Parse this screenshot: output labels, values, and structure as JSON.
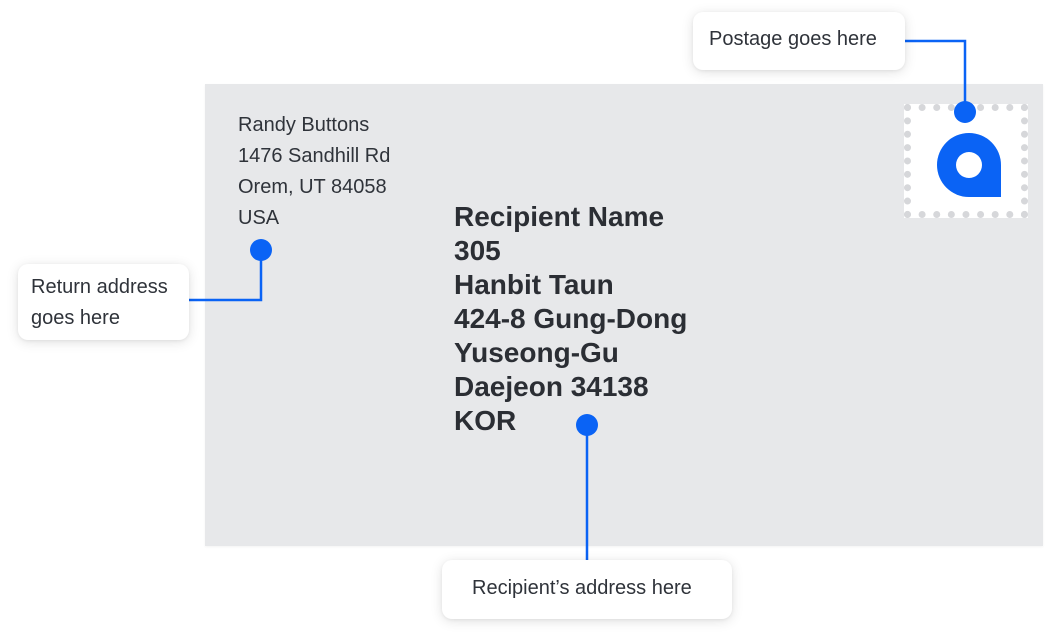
{
  "return_address": {
    "lines": [
      "Randy Buttons",
      "1476 Sandhill Rd",
      "Orem, UT 84058",
      "USA"
    ]
  },
  "recipient_address": {
    "lines": [
      "Recipient Name",
      "305",
      "Hanbit Taun",
      "424-8 Gung-Dong",
      "Yuseong-Gu",
      "Daejeon 34138",
      "KOR"
    ]
  },
  "callouts": {
    "postage": "Postage goes here",
    "return_line1": "Return address",
    "return_line2": "goes here",
    "recipient": "Recipient’s address here"
  },
  "stamp": {
    "icon": "brand-logo-icon"
  },
  "colors": {
    "accent": "#0a63f5",
    "envelope": "#e7e8ea",
    "text": "#2b2e34"
  }
}
